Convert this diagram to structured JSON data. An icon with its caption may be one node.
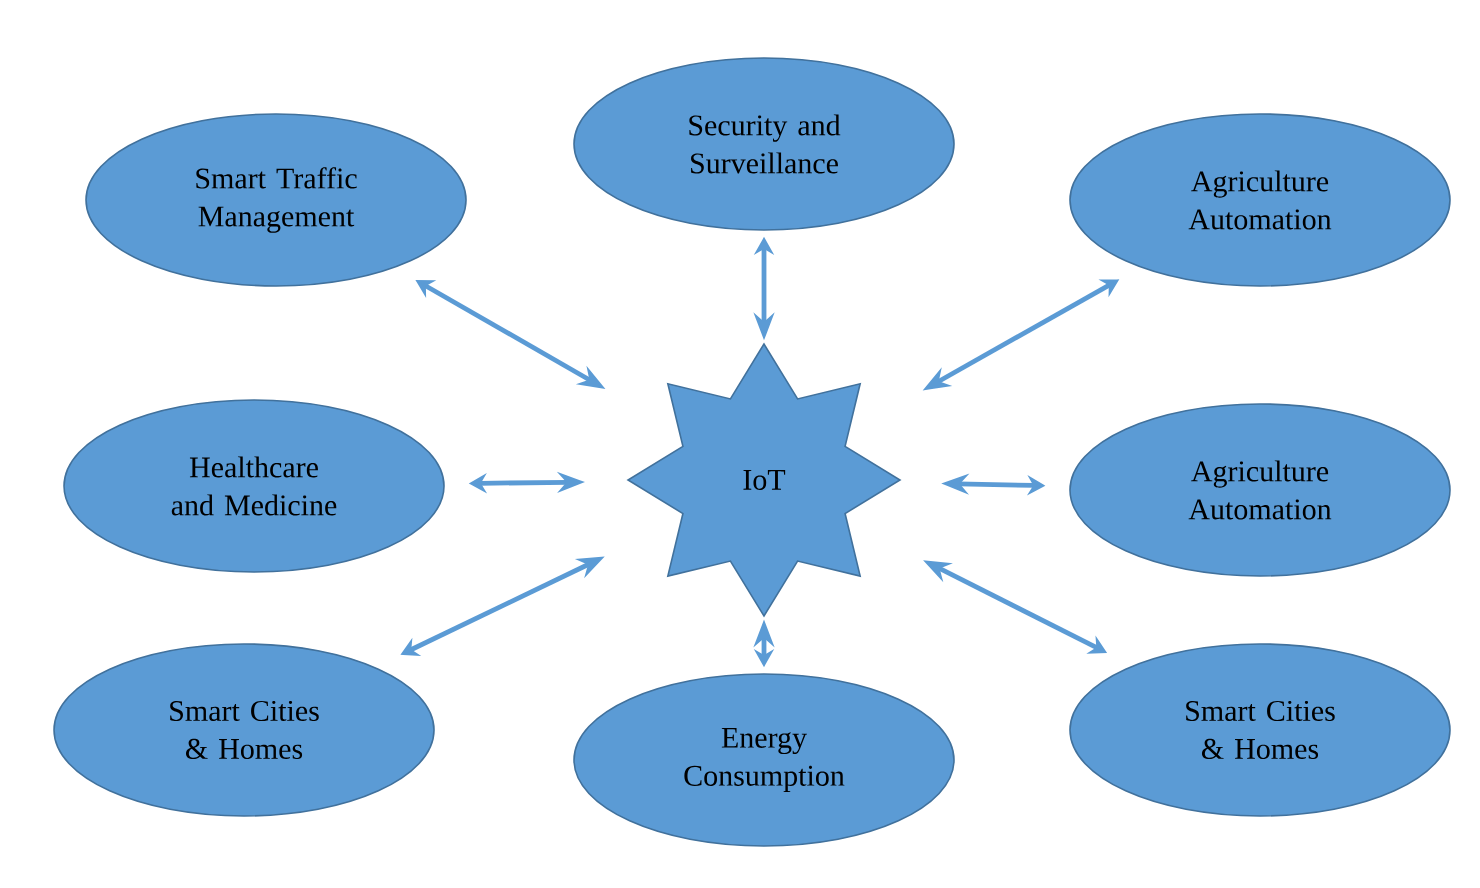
{
  "diagram": {
    "nodes": [
      {
        "text": [
          "Smart Traffic Management"
        ]
      },
      {
        "text": [
          "Security and Surveillance"
        ]
      },
      {
        "text": [
          "Agriculture Automation"
        ]
      },
      {
        "text": [
          "Healthcare and Medicine"
        ]
      },
      {
        "text": [
          "IoT"
        ]
      },
      {
        "text": [
          "Agriculture Automation"
        ]
      },
      {
        "text": [
          "Smart Cities & Homes"
        ]
      },
      {
        "text": [
          "Energy Consumption"
        ]
      },
      {
        "text": [
          "Smart Cities & Homes"
        ]
      }
    ],
    "edges": [
      {
        "from": 4,
        "to": 0,
        "arrow": "both"
      },
      {
        "from": 4,
        "to": 1,
        "arrow": "both"
      },
      {
        "from": 4,
        "to": 2,
        "arrow": "both"
      },
      {
        "from": 4,
        "to": 3,
        "arrow": "both"
      },
      {
        "from": 4,
        "to": 5,
        "arrow": "both"
      },
      {
        "from": 4,
        "to": 6,
        "arrow": "both"
      },
      {
        "from": 4,
        "to": 7,
        "arrow": "both"
      },
      {
        "from": 4,
        "to": 8,
        "arrow": "both"
      }
    ]
  }
}
